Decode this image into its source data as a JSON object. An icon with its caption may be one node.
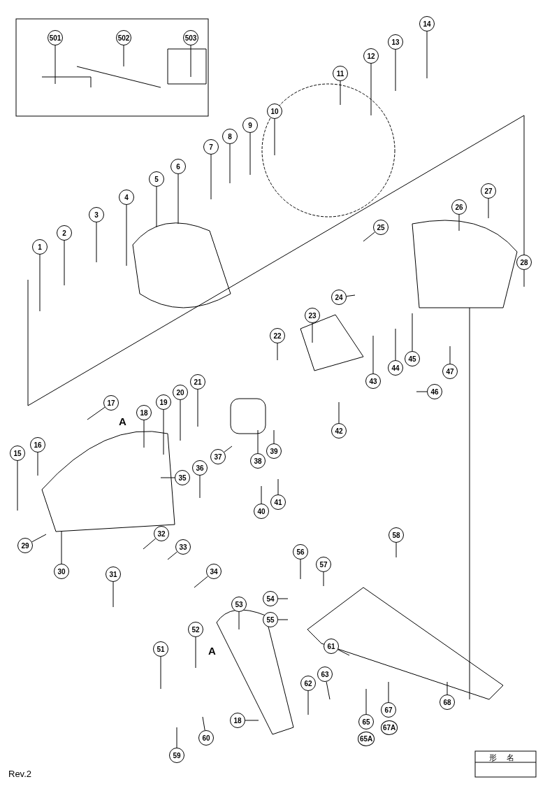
{
  "diagram": {
    "nodes": [
      {
        "text": [
          "501"
        ]
      },
      {
        "text": [
          "502"
        ]
      },
      {
        "text": [
          "503"
        ]
      },
      {
        "text": [
          "14"
        ]
      },
      {
        "text": [
          "13"
        ]
      },
      {
        "text": [
          "12"
        ]
      },
      {
        "text": [
          "11"
        ]
      },
      {
        "text": [
          "10"
        ]
      },
      {
        "text": [
          "9"
        ]
      },
      {
        "text": [
          "8"
        ]
      },
      {
        "text": [
          "7"
        ]
      },
      {
        "text": [
          "6"
        ]
      },
      {
        "text": [
          "5"
        ]
      },
      {
        "text": [
          "4"
        ]
      },
      {
        "text": [
          "3"
        ]
      },
      {
        "text": [
          "2"
        ]
      },
      {
        "text": [
          "1"
        ]
      },
      {
        "text": [
          "27"
        ]
      },
      {
        "text": [
          "26"
        ]
      },
      {
        "text": [
          "25"
        ]
      },
      {
        "text": [
          "28"
        ]
      },
      {
        "text": [
          "24"
        ]
      },
      {
        "text": [
          "23"
        ]
      },
      {
        "text": [
          "22"
        ]
      },
      {
        "text": [
          "43"
        ]
      },
      {
        "text": [
          "44"
        ]
      },
      {
        "text": [
          "45"
        ]
      },
      {
        "text": [
          "46"
        ]
      },
      {
        "text": [
          "47"
        ]
      },
      {
        "text": [
          "17"
        ]
      },
      {
        "text": [
          "18"
        ]
      },
      {
        "text": [
          "19"
        ]
      },
      {
        "text": [
          "20"
        ]
      },
      {
        "text": [
          "21"
        ]
      },
      {
        "text": [
          "39"
        ]
      },
      {
        "text": [
          "38"
        ]
      },
      {
        "text": [
          "37"
        ]
      },
      {
        "text": [
          "36"
        ]
      },
      {
        "text": [
          "35"
        ]
      },
      {
        "text": [
          "42"
        ]
      },
      {
        "text": [
          "40"
        ]
      },
      {
        "text": [
          "41"
        ]
      },
      {
        "text": [
          "16"
        ]
      },
      {
        "text": [
          "15"
        ]
      },
      {
        "text": [
          "29"
        ]
      },
      {
        "text": [
          "30"
        ]
      },
      {
        "text": [
          "31"
        ]
      },
      {
        "text": [
          "32"
        ]
      },
      {
        "text": [
          "33"
        ]
      },
      {
        "text": [
          "34"
        ]
      },
      {
        "text": [
          "56"
        ]
      },
      {
        "text": [
          "57"
        ]
      },
      {
        "text": [
          "58"
        ]
      },
      {
        "text": [
          "54"
        ]
      },
      {
        "text": [
          "55"
        ]
      },
      {
        "text": [
          "53"
        ]
      },
      {
        "text": [
          "52"
        ]
      },
      {
        "text": [
          "61"
        ]
      },
      {
        "text": [
          "51"
        ]
      },
      {
        "text": [
          "62"
        ]
      },
      {
        "text": [
          "63"
        ]
      },
      {
        "text": [
          "65"
        ]
      },
      {
        "text": [
          "67"
        ]
      },
      {
        "text": [
          "68"
        ]
      },
      {
        "text": [
          "18"
        ]
      },
      {
        "text": [
          "60"
        ]
      },
      {
        "text": [
          "59"
        ]
      }
    ],
    "edges": [
      {
        "from": 0,
        "to": null,
        "arrow": "none"
      },
      {
        "from": 1,
        "to": null,
        "arrow": "none"
      },
      {
        "from": 2,
        "to": null,
        "arrow": "none"
      },
      {
        "from": 3,
        "to": null,
        "arrow": "none"
      },
      {
        "from": 4,
        "to": null,
        "arrow": "none"
      },
      {
        "from": 5,
        "to": null,
        "arrow": "none"
      },
      {
        "from": 6,
        "to": null,
        "arrow": "none"
      },
      {
        "from": 7,
        "to": null,
        "arrow": "none"
      },
      {
        "from": 8,
        "to": null,
        "arrow": "none"
      },
      {
        "from": 9,
        "to": null,
        "arrow": "none"
      },
      {
        "from": 10,
        "to": null,
        "arrow": "none"
      },
      {
        "from": 11,
        "to": null,
        "arrow": "none"
      },
      {
        "from": 12,
        "to": null,
        "arrow": "none"
      },
      {
        "from": 13,
        "to": null,
        "arrow": "none"
      },
      {
        "from": 14,
        "to": null,
        "arrow": "none"
      },
      {
        "from": 15,
        "to": null,
        "arrow": "none"
      },
      {
        "from": 16,
        "to": null,
        "arrow": "none"
      },
      {
        "from": 17,
        "to": null,
        "arrow": "none"
      },
      {
        "from": 18,
        "to": null,
        "arrow": "none"
      },
      {
        "from": 19,
        "to": null,
        "arrow": "none"
      },
      {
        "from": 20,
        "to": null,
        "arrow": "none"
      },
      {
        "from": 21,
        "to": null,
        "arrow": "none"
      },
      {
        "from": 22,
        "to": null,
        "arrow": "none"
      },
      {
        "from": 23,
        "to": null,
        "arrow": "none"
      },
      {
        "from": 24,
        "to": null,
        "arrow": "none"
      },
      {
        "from": 25,
        "to": null,
        "arrow": "none"
      },
      {
        "from": 26,
        "to": null,
        "arrow": "none"
      },
      {
        "from": 27,
        "to": null,
        "arrow": "none"
      },
      {
        "from": 28,
        "to": null,
        "arrow": "none"
      },
      {
        "from": 29,
        "to": null,
        "arrow": "none"
      },
      {
        "from": 30,
        "to": null,
        "arrow": "none"
      },
      {
        "from": 31,
        "to": null,
        "arrow": "none"
      },
      {
        "from": 32,
        "to": null,
        "arrow": "none"
      },
      {
        "from": 33,
        "to": null,
        "arrow": "none"
      },
      {
        "from": 34,
        "to": null,
        "arrow": "none"
      },
      {
        "from": 35,
        "to": null,
        "arrow": "none"
      },
      {
        "from": 36,
        "to": null,
        "arrow": "none"
      },
      {
        "from": 37,
        "to": null,
        "arrow": "none"
      },
      {
        "from": 38,
        "to": null,
        "arrow": "none"
      },
      {
        "from": 39,
        "to": null,
        "arrow": "none"
      },
      {
        "from": 40,
        "to": null,
        "arrow": "none"
      },
      {
        "from": 41,
        "to": null,
        "arrow": "none"
      },
      {
        "from": 42,
        "to": null,
        "arrow": "none"
      },
      {
        "from": 43,
        "to": null,
        "arrow": "none"
      },
      {
        "from": 44,
        "to": null,
        "arrow": "none"
      },
      {
        "from": 45,
        "to": null,
        "arrow": "none"
      },
      {
        "from": 46,
        "to": null,
        "arrow": "none"
      },
      {
        "from": 47,
        "to": null,
        "arrow": "none"
      },
      {
        "from": 48,
        "to": null,
        "arrow": "none"
      },
      {
        "from": 49,
        "to": null,
        "arrow": "none"
      },
      {
        "from": 50,
        "to": null,
        "arrow": "none"
      },
      {
        "from": 51,
        "to": null,
        "arrow": "none"
      },
      {
        "from": 52,
        "to": null,
        "arrow": "none"
      },
      {
        "from": 53,
        "to": null,
        "arrow": "none"
      },
      {
        "from": 54,
        "to": null,
        "arrow": "none"
      },
      {
        "from": 55,
        "to": null,
        "arrow": "none"
      },
      {
        "from": 56,
        "to": null,
        "arrow": "none"
      },
      {
        "from": 57,
        "to": null,
        "arrow": "none"
      },
      {
        "from": 58,
        "to": null,
        "arrow": "none"
      },
      {
        "from": 59,
        "to": null,
        "arrow": "none"
      },
      {
        "from": 60,
        "to": null,
        "arrow": "none"
      },
      {
        "from": 61,
        "to": null,
        "arrow": "none"
      },
      {
        "from": 62,
        "to": null,
        "arrow": "none"
      },
      {
        "from": 63,
        "to": null,
        "arrow": "none"
      },
      {
        "from": 64,
        "to": null,
        "arrow": "none"
      },
      {
        "from": 65,
        "to": null,
        "arrow": "none"
      },
      {
        "from": 66,
        "to": null,
        "arrow": "none"
      }
    ],
    "labels": [
      "A",
      "A",
      "67A",
      "65A",
      "形名",
      "Rev.2"
    ]
  }
}
